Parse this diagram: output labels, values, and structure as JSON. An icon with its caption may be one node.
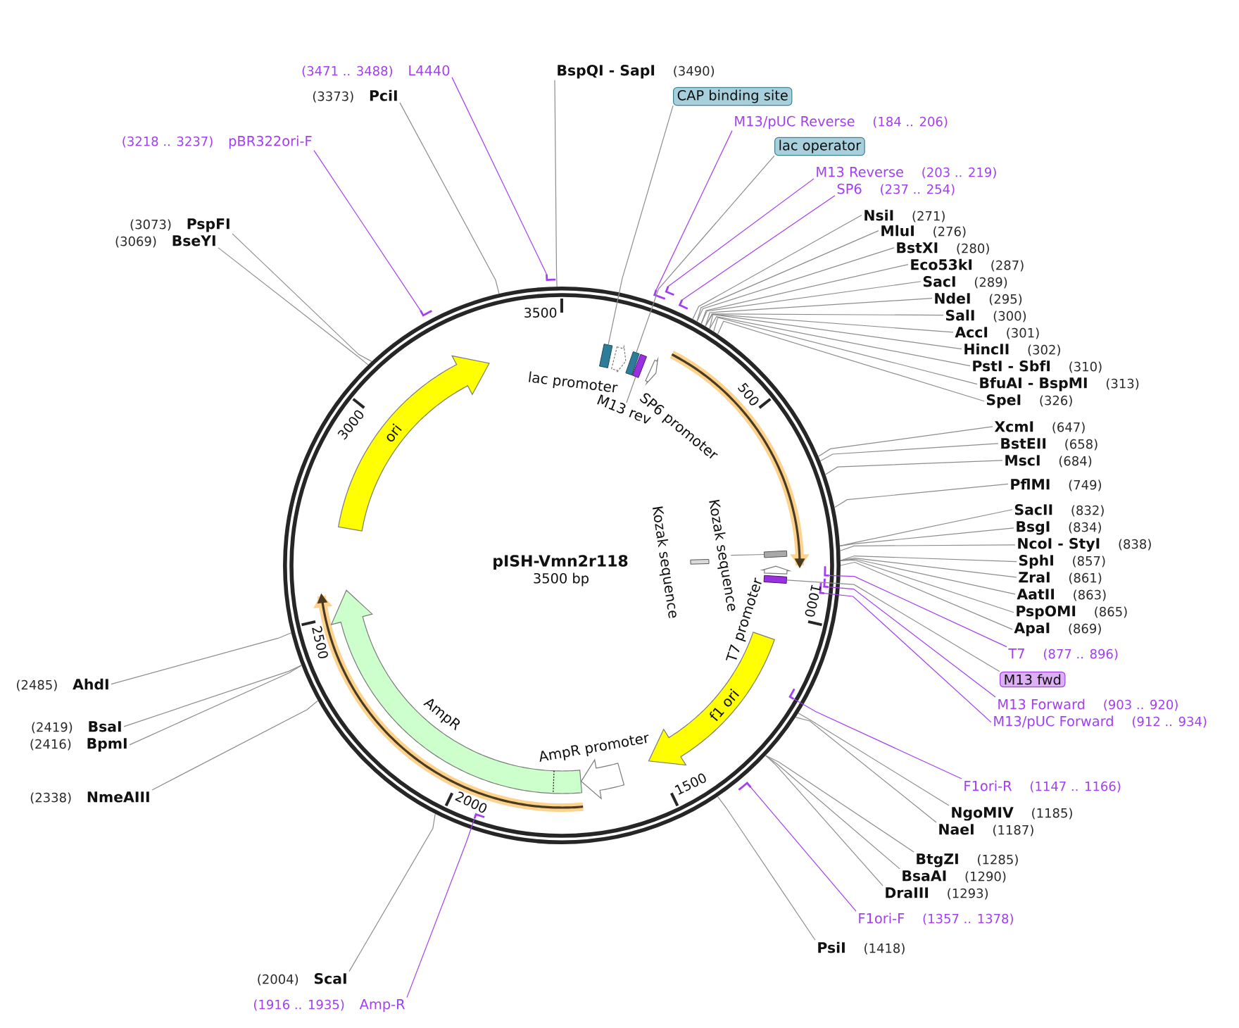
{
  "diagram": {
    "title": "pISH-Vmn2r118",
    "nodes": [
      {
        "text": [],
        "shape": "circle"
      },
      {
        "text": [
          "L4440"
        ],
        "beside": [
          "(3471 .. 3488)"
        ]
      },
      {
        "text": [
          "BspQI - SapI"
        ],
        "beside": [
          "(3490)"
        ]
      },
      {
        "text": [
          "PciI"
        ],
        "beside": [
          "(3373)"
        ]
      },
      {
        "text": [
          "CAP binding site"
        ]
      },
      {
        "text": [
          "M13/pUC Reverse"
        ],
        "beside": [
          "(184 .. 206)"
        ]
      },
      {
        "text": [
          "pBR322ori-F"
        ],
        "beside": [
          "(3218 .. 3237)"
        ]
      },
      {
        "text": [
          "lac operator"
        ]
      },
      {
        "text": [
          "M13 Reverse"
        ],
        "beside": [
          "(203 .. 219)"
        ]
      },
      {
        "text": [
          "SP6"
        ],
        "beside": [
          "(237 .. 254)"
        ]
      },
      {
        "text": [
          "NsiI"
        ],
        "beside": [
          "(271)"
        ]
      },
      {
        "text": [
          "PspFI"
        ],
        "beside": [
          "(3073)"
        ]
      },
      {
        "text": [
          "MluI"
        ],
        "beside": [
          "(276)"
        ]
      },
      {
        "text": [
          "BseYI"
        ],
        "beside": [
          "(3069)"
        ]
      },
      {
        "text": [
          "BstXI"
        ],
        "beside": [
          "(280)"
        ]
      },
      {
        "text": [
          "Eco53kI"
        ],
        "beside": [
          "(287)"
        ]
      },
      {
        "text": [
          "SacI"
        ],
        "beside": [
          "(289)"
        ]
      },
      {
        "text": [
          "NdeI"
        ],
        "beside": [
          "(295)"
        ]
      },
      {
        "text": [
          "SalI"
        ],
        "beside": [
          "(300)"
        ]
      },
      {
        "text": [
          "AccI"
        ],
        "beside": [
          "(301)"
        ]
      },
      {
        "text": [
          "HincII"
        ],
        "beside": [
          "(302)"
        ]
      },
      {
        "text": [
          "PstI - SbfI"
        ],
        "beside": [
          "(310)"
        ]
      },
      {
        "text": [
          "BfuAI - BspMI"
        ],
        "beside": [
          "(313)"
        ]
      },
      {
        "text": [
          "SpeI"
        ],
        "beside": [
          "(326)"
        ]
      },
      {
        "text": [
          "XcmI"
        ],
        "beside": [
          "(647)"
        ]
      },
      {
        "text": [
          "BstEII"
        ],
        "beside": [
          "(658)"
        ]
      },
      {
        "text": [
          "MscI"
        ],
        "beside": [
          "(684)"
        ]
      },
      {
        "text": [
          "PflMI"
        ],
        "beside": [
          "(749)"
        ]
      },
      {
        "text": [
          "SacII"
        ],
        "beside": [
          "(832)"
        ]
      },
      {
        "text": [
          "BsgI"
        ],
        "beside": [
          "(834)"
        ]
      },
      {
        "text": [
          "NcoI - StyI"
        ],
        "beside": [
          "(838)"
        ]
      },
      {
        "text": [
          "SphI"
        ],
        "beside": [
          "(857)"
        ]
      },
      {
        "text": [
          "ZraI"
        ],
        "beside": [
          "(861)"
        ]
      },
      {
        "text": [
          "AatII"
        ],
        "beside": [
          "(863)"
        ]
      },
      {
        "text": [
          "PspOMI"
        ],
        "beside": [
          "(865)"
        ]
      },
      {
        "text": [
          "ApaI"
        ],
        "beside": [
          "(869)"
        ]
      },
      {
        "text": [
          "T7"
        ],
        "beside": [
          "(877 .. 896)"
        ]
      },
      {
        "text": [
          "M13 fwd"
        ]
      },
      {
        "text": [
          "AhdI"
        ],
        "beside": [
          "(2485)"
        ]
      },
      {
        "text": [
          "M13 Forward"
        ],
        "beside": [
          "(903 .. 920)"
        ]
      },
      {
        "text": [
          "M13/pUC Forward"
        ],
        "beside": [
          "(912 .. 934)"
        ]
      },
      {
        "text": [
          "BsaI"
        ],
        "beside": [
          "(2419)"
        ]
      },
      {
        "text": [
          "BpmI"
        ],
        "beside": [
          "(2416)"
        ]
      },
      {
        "text": [
          "F1ori-R"
        ],
        "beside": [
          "(1147 .. 1166)"
        ]
      },
      {
        "text": [
          "NmeAIII"
        ],
        "beside": [
          "(2338)"
        ]
      },
      {
        "text": [
          "NgoMIV"
        ],
        "beside": [
          "(1185)"
        ]
      },
      {
        "text": [
          "NaeI"
        ],
        "beside": [
          "(1187)"
        ]
      },
      {
        "text": [
          "BtgZI"
        ],
        "beside": [
          "(1285)"
        ]
      },
      {
        "text": [
          "BsaAI"
        ],
        "beside": [
          "(1290)"
        ]
      },
      {
        "text": [
          "DraIII"
        ],
        "beside": [
          "(1293)"
        ]
      },
      {
        "text": [
          "F1ori-F"
        ],
        "beside": [
          "(1357 .. 1378)"
        ]
      },
      {
        "text": [
          "PsiI"
        ],
        "beside": [
          "(1418)"
        ]
      },
      {
        "text": [
          "ScaI"
        ],
        "beside": [
          "(2004)"
        ]
      },
      {
        "text": [
          "Amp-R"
        ],
        "beside": [
          "(1916 .. 1935)"
        ]
      },
      {
        "text": [],
        "shape": "bar"
      },
      {
        "text": [],
        "shape": "bar"
      },
      {
        "text": [],
        "shape": "bar"
      },
      {
        "text": [],
        "shape": "bar"
      },
      {
        "text": [],
        "shape": "bar"
      },
      {
        "text": [],
        "shape": "bar"
      },
      {
        "text": [],
        "shape": "box",
        "in": 0
      },
      {
        "text": [
          "lac promoter"
        ],
        "in": 0
      },
      {
        "text": [],
        "shape": "box",
        "in": 0
      },
      {
        "text": [],
        "shape": "box",
        "in": 0
      },
      {
        "text": [
          "M13 rev"
        ],
        "in": 0
      },
      {
        "text": [
          "SP6 promoter"
        ],
        "in": 0
      },
      {
        "text": [
          "ori"
        ],
        "in": 0
      },
      {
        "text": [
          "Kozak sequence"
        ],
        "in": 0
      },
      {
        "text": [
          "Kozak sequence"
        ],
        "in": 0
      },
      {
        "text": [],
        "shape": "box",
        "in": 0
      },
      {
        "text": [
          "T7 promoter"
        ],
        "in": 0
      },
      {
        "text": [],
        "shape": "box",
        "in": 0
      },
      {
        "text": [],
        "shape": "bar",
        "in": 0
      },
      {
        "text": [],
        "shape": "bar",
        "in": 0
      },
      {
        "text": [],
        "shape": "bar",
        "in": 0
      },
      {
        "text": [],
        "shape": "bar",
        "in": 0
      },
      {
        "text": [
          "f1 ori"
        ],
        "in": 0
      },
      {
        "text": [
          "AmpR promoter"
        ],
        "in": 0
      },
      {
        "text": [
          "AmpR"
        ],
        "in": 0
      },
      {
        "text": [],
        "shape": "bar",
        "in": 0
      }
    ],
    "edges": [
      {
        "from": 1,
        "to": 55,
        "arrow": "none",
        "color": "#a33ff0"
      },
      {
        "from": 2,
        "to": 0,
        "arrow": "none"
      },
      {
        "from": 3,
        "to": 0,
        "arrow": "none"
      },
      {
        "from": 4,
        "to": 60,
        "arrow": "none"
      },
      {
        "from": 5,
        "to": 56,
        "arrow": "none",
        "color": "#a33ff0"
      },
      {
        "from": 6,
        "to": 54,
        "arrow": "none",
        "color": "#a33ff0"
      },
      {
        "from": 7,
        "to": 62,
        "arrow": "none"
      },
      {
        "from": 8,
        "to": 57,
        "arrow": "none",
        "color": "#a33ff0"
      },
      {
        "from": 9,
        "to": 58,
        "arrow": "none",
        "color": "#a33ff0"
      },
      {
        "from": 10,
        "to": 0,
        "arrow": "none"
      },
      {
        "from": 11,
        "to": 0,
        "arrow": "none"
      },
      {
        "from": 12,
        "to": 0,
        "arrow": "none"
      },
      {
        "from": 13,
        "to": 0,
        "arrow": "none"
      },
      {
        "from": 14,
        "to": 0,
        "arrow": "none"
      },
      {
        "from": 15,
        "to": 0,
        "arrow": "none"
      },
      {
        "from": 16,
        "to": 0,
        "arrow": "none"
      },
      {
        "from": 17,
        "to": 0,
        "arrow": "none"
      },
      {
        "from": 18,
        "to": 0,
        "arrow": "none"
      },
      {
        "from": 19,
        "to": 0,
        "arrow": "none"
      },
      {
        "from": 20,
        "to": 0,
        "arrow": "none"
      },
      {
        "from": 21,
        "to": 0,
        "arrow": "none"
      },
      {
        "from": 22,
        "to": 0,
        "arrow": "none"
      },
      {
        "from": 23,
        "to": 0,
        "arrow": "none"
      },
      {
        "from": 24,
        "to": 0,
        "arrow": "none"
      },
      {
        "from": 25,
        "to": 0,
        "arrow": "none"
      },
      {
        "from": 26,
        "to": 0,
        "arrow": "none"
      },
      {
        "from": 27,
        "to": 0,
        "arrow": "none"
      },
      {
        "from": 28,
        "to": 0,
        "arrow": "none"
      },
      {
        "from": 29,
        "to": 0,
        "arrow": "none"
      },
      {
        "from": 30,
        "to": 0,
        "arrow": "none"
      },
      {
        "from": 31,
        "to": 0,
        "arrow": "none"
      },
      {
        "from": 32,
        "to": 0,
        "arrow": "none"
      },
      {
        "from": 33,
        "to": 0,
        "arrow": "none"
      },
      {
        "from": 34,
        "to": 0,
        "arrow": "none"
      },
      {
        "from": 35,
        "to": 0,
        "arrow": "none"
      },
      {
        "from": 36,
        "to": 72,
        "arrow": "none",
        "color": "#a33ff0"
      },
      {
        "from": 37,
        "to": 71,
        "arrow": "none"
      },
      {
        "from": 38,
        "to": 0,
        "arrow": "none"
      },
      {
        "from": 39,
        "to": 73,
        "arrow": "none",
        "color": "#a33ff0"
      },
      {
        "from": 40,
        "to": 74,
        "arrow": "none",
        "color": "#a33ff0"
      },
      {
        "from": 41,
        "to": 0,
        "arrow": "none"
      },
      {
        "from": 42,
        "to": 0,
        "arrow": "none"
      },
      {
        "from": 43,
        "to": 75,
        "arrow": "none",
        "color": "#a33ff0"
      },
      {
        "from": 44,
        "to": 0,
        "arrow": "none"
      },
      {
        "from": 45,
        "to": 0,
        "arrow": "none"
      },
      {
        "from": 46,
        "to": 0,
        "arrow": "none"
      },
      {
        "from": 47,
        "to": 0,
        "arrow": "none"
      },
      {
        "from": 48,
        "to": 0,
        "arrow": "none"
      },
      {
        "from": 49,
        "to": 0,
        "arrow": "none"
      },
      {
        "from": 50,
        "to": 59,
        "arrow": "none",
        "color": "#a33ff0"
      },
      {
        "from": 51,
        "to": 0,
        "arrow": "none"
      },
      {
        "from": 52,
        "to": 0,
        "arrow": "none"
      },
      {
        "from": 53,
        "to": 79,
        "arrow": "none",
        "color": "#a33ff0"
      },
      {
        "from": 64,
        "to": 63,
        "arrow": "none"
      },
      {
        "from": 68,
        "to": 69,
        "arrow": "none"
      }
    ],
    "labels": [
      "3500",
      "500",
      "3000",
      "3500 bp",
      "1000",
      "2500",
      "1500",
      "2000"
    ]
  }
}
